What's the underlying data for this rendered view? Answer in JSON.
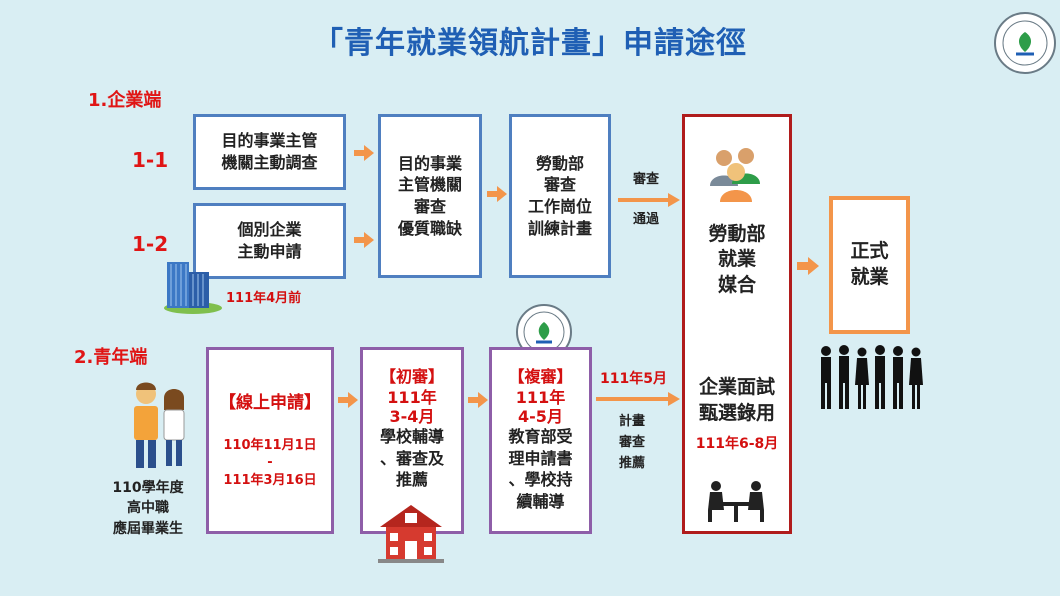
{
  "title": "「青年就業領航計畫」申請途徑",
  "section_enterprise": "1.企業端",
  "section_youth": "2.青年端",
  "row_1_1": "1-1",
  "row_1_2": "1-2",
  "box_1_1": [
    "目的事業主管",
    "機關主動調查"
  ],
  "box_1_2": [
    "個別企業",
    "主動申請"
  ],
  "box_review": [
    "目的事業",
    "主管機關",
    "審查",
    "優質職缺"
  ],
  "box_labor": [
    "勞動部",
    "審查",
    "工作崗位",
    "訓練計畫"
  ],
  "label_review_top": "審查",
  "label_review_bottom": "通過",
  "date_april": "111年4月前",
  "box_matching": [
    "勞動部",
    "就業",
    "媒合"
  ],
  "box_interview": [
    "企業面試",
    "甄選錄用"
  ],
  "date_interview": "111年6-8月",
  "box_final": [
    "正式",
    "就業"
  ],
  "youth_caption": [
    "110學年度",
    "高中職",
    "應屆畢業生"
  ],
  "box_online": {
    "title": "【線上申請】",
    "date1": "110年11月1日",
    "dash": "-",
    "date2": "111年3月16日"
  },
  "box_first": {
    "title": "【初審】",
    "date": [
      "111年",
      "3-4月"
    ],
    "body": [
      "學校輔導",
      "、審查及",
      "推薦"
    ]
  },
  "box_second": {
    "title": "【複審】",
    "date": [
      "111年",
      "4-5月"
    ],
    "body": [
      "教育部受",
      "理申請書",
      "、學校持",
      "續輔導"
    ]
  },
  "label_may": "111年5月",
  "label_plan": [
    "計畫",
    "審查",
    "推薦"
  ],
  "colors": {
    "title": "#1f5fb4",
    "red": "#e01515",
    "blue_border": "#4f7fc0",
    "purple_border": "#8e5ea8",
    "red_border": "#b01c1c",
    "orange": "#f3954a",
    "bg": "#d9eef3"
  }
}
